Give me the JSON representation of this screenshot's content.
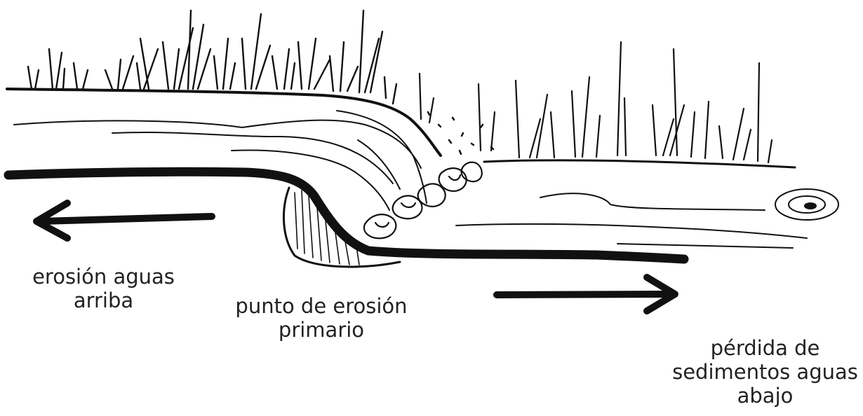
{
  "labels": {
    "upstream": [
      "erosión aguas",
      "arriba"
    ],
    "primary": [
      "punto de erosión",
      "primario"
    ],
    "downstream": [
      "pérdida de",
      "sedimentos aguas",
      "abajo"
    ]
  },
  "colors": {
    "ink": "#111111",
    "text": "#222222",
    "paper": "#ffffff"
  },
  "icons": {
    "upstream_arrow": "arrow-left",
    "downstream_arrow": "arrow-right"
  }
}
